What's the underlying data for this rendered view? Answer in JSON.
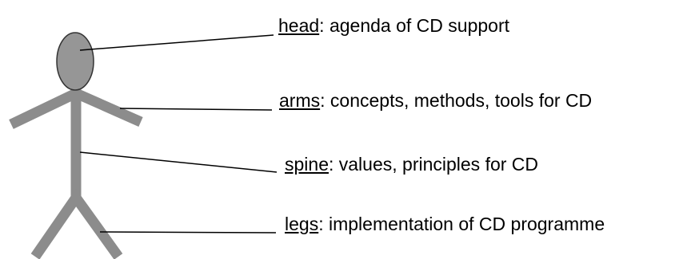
{
  "colors": {
    "figure": "#8c8c8c",
    "head_fill": "#969696",
    "outline": "#333333",
    "leader_line": "#000000",
    "text": "#000000",
    "background": "#ffffff"
  },
  "labels": [
    {
      "id": "head",
      "term": "head",
      "description": ": agenda of CD support"
    },
    {
      "id": "arms",
      "term": "arms",
      "description": ": concepts, methods, tools for CD"
    },
    {
      "id": "spine",
      "term": "spine",
      "description": ": values, principles for CD"
    },
    {
      "id": "legs",
      "term": "legs",
      "description": ": implementation of CD programme"
    }
  ]
}
